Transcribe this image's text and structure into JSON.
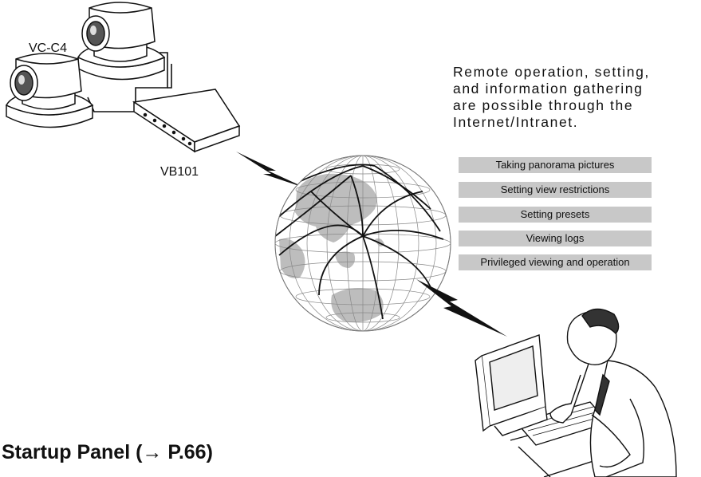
{
  "labels": {
    "camera_model": "VC-C4",
    "server_model": "VB101"
  },
  "description_lines": [
    "Remote operation, setting,",
    "and information gathering",
    "are possible through the",
    "Internet/Intranet."
  ],
  "features": [
    "Taking panorama pictures",
    "Setting view restrictions",
    "Setting presets",
    "Viewing logs",
    "Privileged viewing and operation"
  ],
  "section_heading": "Startup Panel (→ P.66)",
  "colors": {
    "feature_box": "#c8c8c8",
    "line": "#111111"
  }
}
